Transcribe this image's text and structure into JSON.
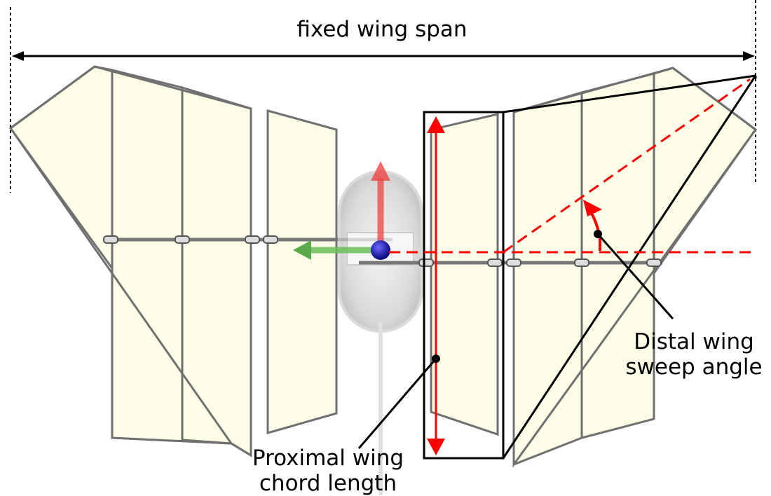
{
  "labels": {
    "span": "fixed wing span",
    "distal_sweep": [
      "Distal wing",
      "sweep angle"
    ],
    "proximal_chord": [
      "Proximal wing",
      "chord length"
    ]
  },
  "colors": {
    "wing_fill": "#fdfde8",
    "wing_outline": "#707070",
    "annotation_red": "#ff0000",
    "annotation_black": "#000000",
    "axis_green": "#4caf50",
    "axis_blue": "#1a1acc",
    "body_gray": "#c8c8c8"
  }
}
